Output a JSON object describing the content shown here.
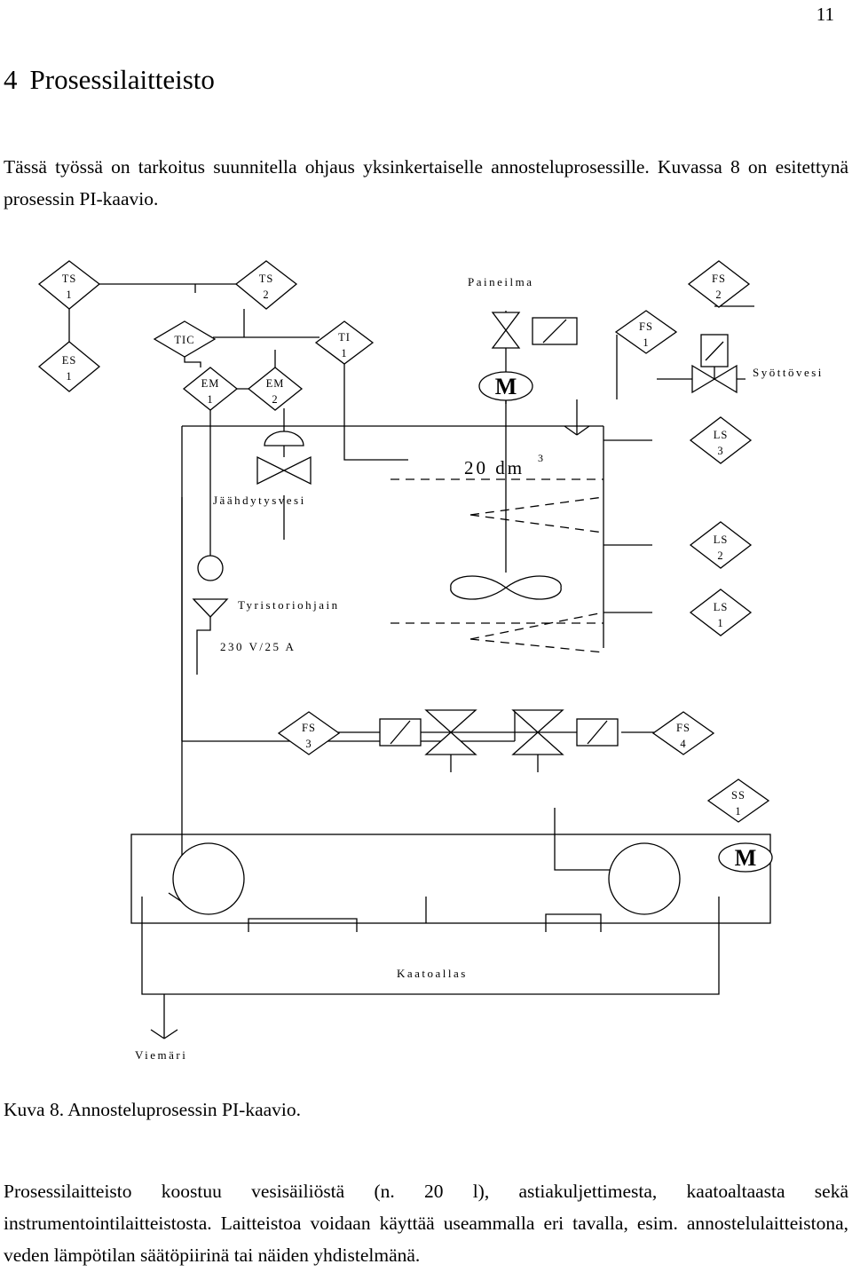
{
  "page_number": "11",
  "heading": {
    "number": "4",
    "title": "Prosessilaitteisto"
  },
  "intro_paragraph": "Tässä työssä on tarkoitus suunnitella ohjaus yksinkertaiselle annosteluprosessille. Kuvassa 8 on esitettynä prosessin PI-kaavio.",
  "diagram": {
    "instruments": {
      "ts1": [
        "TS",
        "1"
      ],
      "ts2": [
        "TS",
        "2"
      ],
      "es1": [
        "ES",
        "1"
      ],
      "tic": [
        "TIC",
        ""
      ],
      "em1": [
        "EM",
        "1"
      ],
      "em2": [
        "EM",
        "2"
      ],
      "ti1": [
        "TI",
        "1"
      ],
      "fs1": [
        "FS",
        "1"
      ],
      "fs2": [
        "FS",
        "2"
      ],
      "ls3": [
        "LS",
        "3"
      ],
      "ls2": [
        "LS",
        "2"
      ],
      "ls1": [
        "LS",
        "1"
      ],
      "fs3": [
        "FS",
        "3"
      ],
      "fs4": [
        "FS",
        "4"
      ],
      "ss1": [
        "SS",
        "1"
      ]
    },
    "labels": {
      "paineilma": "Paineilma",
      "syottovesi": "Syöttövesi",
      "jaahdytysvesi": "Jäähdytysvesi",
      "tyristoriohjain": "Tyristoriohjain",
      "supply": "230 V/25 A",
      "tank_volume": "20 dm",
      "tank_volume_exp": "3",
      "kaatoallas": "Kaatoallas",
      "viemari": "Viemäri",
      "motor": "M"
    }
  },
  "caption": "Kuva 8. Annosteluprosessin PI-kaavio.",
  "body_paragraph": "Prosessilaitteisto koostuu vesisäiliöstä (n. 20 l), astiakuljettimesta, kaatoaltaasta sekä instrumentointilaitteistosta. Laitteistoa voidaan käyttää useammalla eri tavalla, esim. annostelulaitteistona, veden lämpötilan säätöpiirinä tai näiden yhdistelmänä."
}
